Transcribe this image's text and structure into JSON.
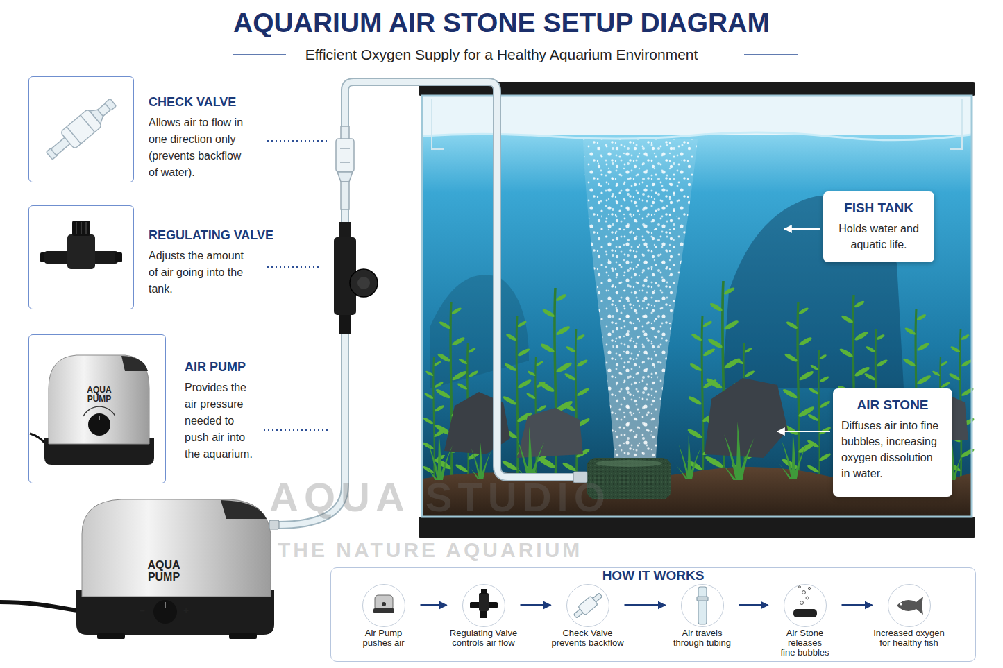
{
  "diagram": {
    "title": "AQUARIUM AIR STONE SETUP DIAGRAM",
    "caption": "Efficient Oxygen Supply for a Healthy Aquarium Environment",
    "nodes": [
      {
        "text": [
          "CHECK VALVE",
          "Allows air to flow in one direction only (prevents backflow of water)."
        ]
      },
      {
        "text": [
          "REGULATING VALVE",
          "Adjusts the amount of air going into the tank."
        ]
      },
      {
        "text": [
          "AIR PUMP",
          "Provides the air pressure needed to push air into the aquarium."
        ]
      },
      {
        "text": [
          "FISH TANK",
          "Holds water and aquatic life."
        ]
      },
      {
        "text": [
          "AIR STONE",
          "Diffuses air into fine bubbles, increasing oxygen dissolution in water."
        ]
      },
      {
        "text": [
          "HOW IT WORKS"
        ]
      },
      {
        "text": [
          "Air Pump pushes air"
        ],
        "in": 5
      },
      {
        "text": [
          "Regulating Valve controls air flow"
        ],
        "in": 5
      },
      {
        "text": [
          "Check Valve prevents backflow"
        ],
        "in": 5
      },
      {
        "text": [
          "Air travels through tubing"
        ],
        "in": 5
      },
      {
        "text": [
          "Air Stone releases fine bubbles"
        ],
        "in": 5
      },
      {
        "text": [
          "Increased oxygen for healthy fish"
        ],
        "in": 5
      }
    ],
    "edges": [
      {
        "from": 6,
        "to": 7,
        "arrow": "to"
      },
      {
        "from": 7,
        "to": 8,
        "arrow": "to"
      },
      {
        "from": 8,
        "to": 9,
        "arrow": "to"
      },
      {
        "from": 9,
        "to": 10,
        "arrow": "to"
      },
      {
        "from": 10,
        "to": 11,
        "arrow": "to"
      }
    ],
    "labels": [
      "AQUA PUMP",
      "AQUA PUMP",
      "–",
      "+",
      "AQUA STUDIO",
      "THE NATURE AQUARIUM"
    ]
  }
}
